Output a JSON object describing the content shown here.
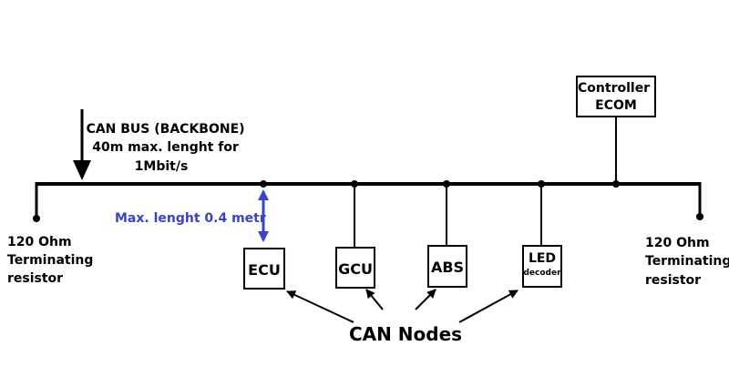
{
  "backbone_label": [
    "CAN BUS (BACKBONE)",
    "40m max. lenght for",
    "1Mbit/s"
  ],
  "terminator_left": [
    "120 Ohm",
    "Terminating",
    "resistor"
  ],
  "terminator_right": [
    "120 Ohm",
    "Terminating",
    "resistor"
  ],
  "stub_length_label": "Max. lenght 0.4 metr",
  "controller": [
    "Controller",
    "ECOM"
  ],
  "nodes": {
    "ecu": "ECU",
    "gcu": "GCU",
    "abs": "ABS",
    "led_main": "LED",
    "led_sub": "decoder"
  },
  "nodes_caption": "CAN Nodes",
  "colors": {
    "line": "#000000",
    "accent": "#3a44c4"
  }
}
